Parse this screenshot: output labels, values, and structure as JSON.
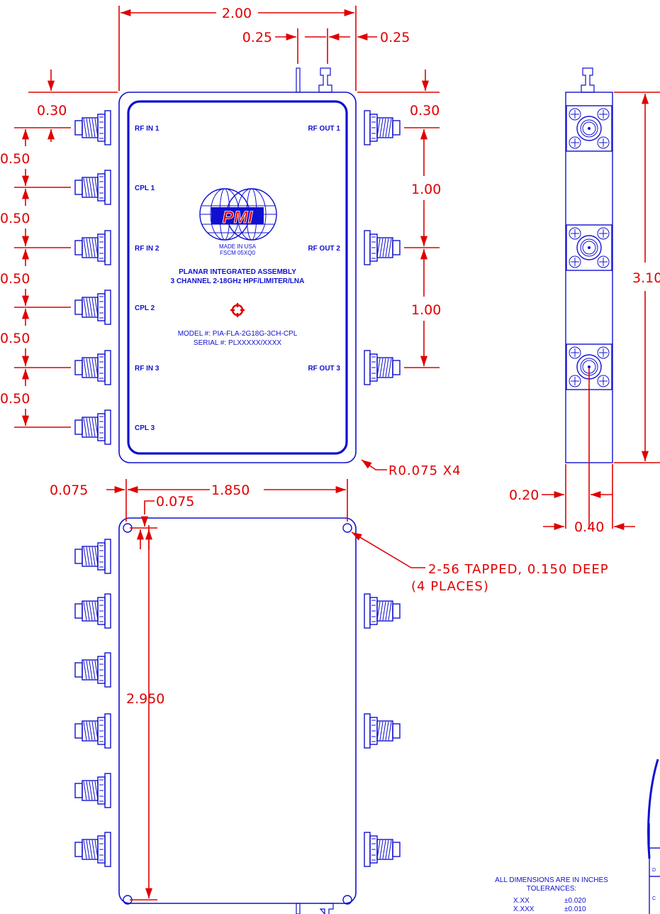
{
  "dimensions": {
    "overall_width": "2.00",
    "conn_offset_left": "0.25",
    "conn_offset_right": "0.25",
    "top_left_offset": "0.30",
    "top_right_offset": "0.30",
    "pitch_left_1": "0.50",
    "pitch_left_2": "0.50",
    "pitch_left_3": "0.50",
    "pitch_left_4": "0.50",
    "pitch_left_5": "0.50",
    "pitch_right_1": "1.00",
    "pitch_right_2": "1.00",
    "side_height": "3.10",
    "corner_radius": "R0.075 X4",
    "hole_offset_x": "0.075",
    "hole_offset_y": "0.075",
    "hole_span_x": "1.850",
    "hole_span_y": "2.950",
    "side_offset": "0.20",
    "side_width": "0.40"
  },
  "callouts": {
    "tapped_line1": "2-56 TAPPED, 0.150 DEEP",
    "tapped_line2": "(4 PLACES)"
  },
  "ports": {
    "rf_in_1": "RF IN 1",
    "cpl_1": "CPL 1",
    "rf_in_2": "RF IN 2",
    "cpl_2": "CPL 2",
    "rf_in_3": "RF IN 3",
    "cpl_3": "CPL 3",
    "rf_out_1": "RF OUT 1",
    "rf_out_2": "RF OUT 2",
    "rf_out_3": "RF OUT 3"
  },
  "label": {
    "logo": "PMI",
    "made_in": "MADE IN USA",
    "fscm": "FSCM 05XQ0",
    "title_line1": "PLANAR INTEGRATED ASSEMBLY",
    "title_line2": "3 CHANNEL 2-18GHz HPF/LIMITER/LNA",
    "model": "MODEL #: PIA-FLA-2G18G-3CH-CPL",
    "serial": "SERIAL #: PLXXXXX/XXXX"
  },
  "notes": {
    "units": "ALL DIMENSIONS ARE IN INCHES",
    "tolerances": "TOLERANCES:",
    "tol1_label": "X.XX",
    "tol1_value": "±0.020",
    "tol2_label": "X.XXX",
    "tol2_value": "±0.010"
  },
  "title_block": {
    "row_d": "D",
    "row_c": "C"
  }
}
